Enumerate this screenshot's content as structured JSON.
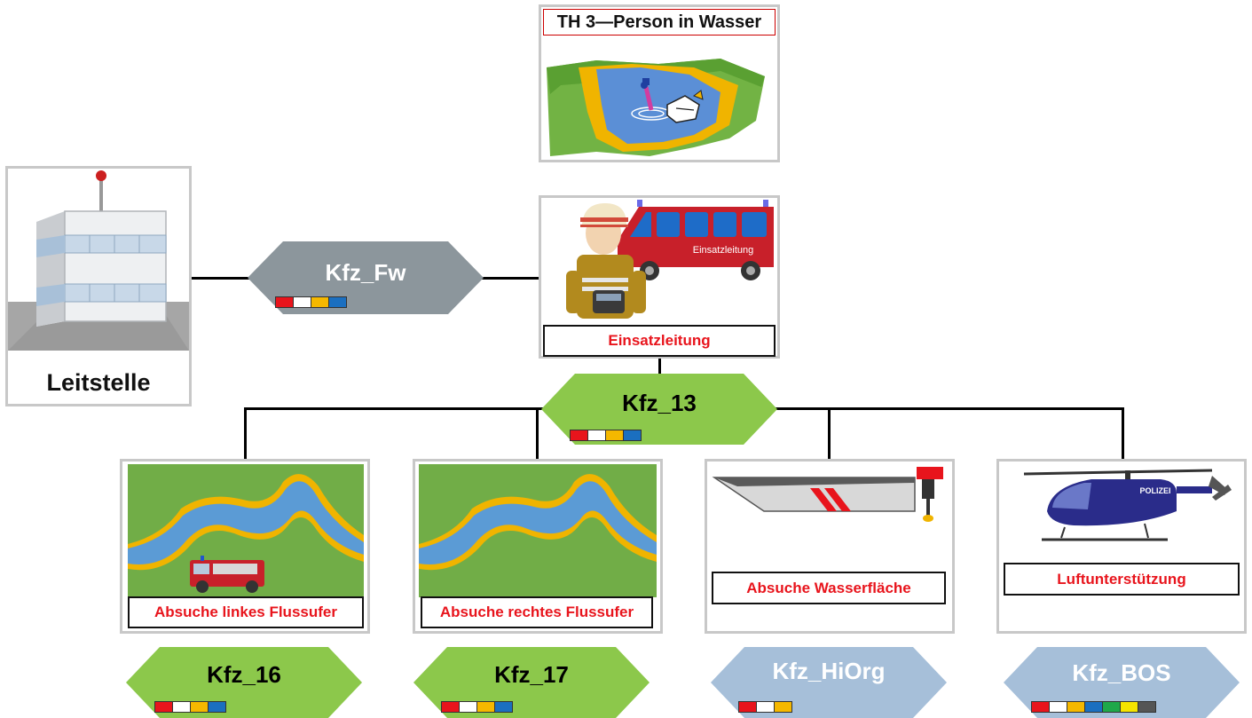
{
  "scenario": {
    "title": "TH 3—Person in Wasser"
  },
  "leitstelle": {
    "label": "Leitstelle"
  },
  "einsatzleitung": {
    "label": "Einsatzleitung",
    "vehicle_text": "Einsatzleitung"
  },
  "links": {
    "fw": {
      "label": "Kfz_Fw",
      "fill": "#8c969c",
      "text_color": "#ffffff",
      "colors": [
        "#e8141c",
        "#ffffff",
        "#f5b800",
        "#1b6fc0"
      ]
    },
    "k13": {
      "label": "Kfz_13",
      "fill": "#8cc84b",
      "text_color": "#000000",
      "colors": [
        "#e8141c",
        "#ffffff",
        "#f5b800",
        "#1b6fc0"
      ]
    },
    "k16": {
      "label": "Kfz_16",
      "fill": "#8cc84b",
      "text_color": "#000000",
      "colors": [
        "#e8141c",
        "#ffffff",
        "#f5b800",
        "#1b6fc0"
      ]
    },
    "k17": {
      "label": "Kfz_17",
      "fill": "#8cc84b",
      "text_color": "#000000",
      "colors": [
        "#e8141c",
        "#ffffff",
        "#f5b800",
        "#1b6fc0"
      ]
    },
    "hiorg": {
      "label": "Kfz_HiOrg",
      "fill": "#a6bfd9",
      "text_color": "#ffffff",
      "colors": [
        "#e8141c",
        "#ffffff",
        "#f5b800"
      ]
    },
    "bos": {
      "label": "Kfz_BOS",
      "fill": "#a6bfd9",
      "text_color": "#ffffff",
      "colors": [
        "#e8141c",
        "#ffffff",
        "#f5b800",
        "#1b6fc0",
        "#1fa84a",
        "#f5e400",
        "#555555"
      ]
    }
  },
  "units": [
    {
      "label": "Absuche linkes Flussufer"
    },
    {
      "label": "Absuche rechtes Flussufer"
    },
    {
      "label": "Absuche Wasserfläche"
    },
    {
      "label": "Luftunterstützung"
    }
  ],
  "helicopter_text": "POLIZEI"
}
